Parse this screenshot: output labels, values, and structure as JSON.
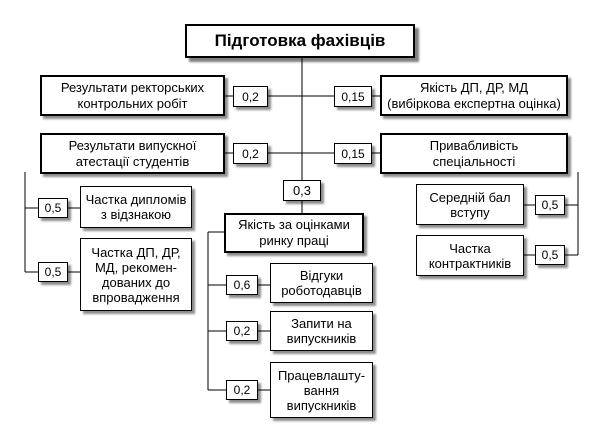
{
  "title": "Підготовка фахівців",
  "criteria": {
    "rector_tests": {
      "label": "Результати ректорських\nконтрольних робіт",
      "weight": "0,2"
    },
    "thesis_quality": {
      "label": "Якість ДП, ДР, МД\n(вибіркова експертна оцінка)",
      "weight": "0,15"
    },
    "final_attestation": {
      "label": "Результати випускної\nатестації студентів",
      "weight": "0,2"
    },
    "attractiveness": {
      "label": "Привабливість\nспеціальності",
      "weight": "0,15"
    },
    "labor_market": {
      "label": "Якість за оцінками\nринку праці",
      "weight": "0,3"
    }
  },
  "attestation_sub": [
    {
      "label": "Частка дипломів\nз відзнакою",
      "weight": "0,5"
    },
    {
      "label": "Частка ДП, ДР,\nМД, рекомен-\nдованих до\nвпровадження",
      "weight": "0,5"
    }
  ],
  "market_sub": [
    {
      "label": "Відгуки\nроботодавців",
      "weight": "0,6"
    },
    {
      "label": "Запити на\nвипускників",
      "weight": "0,2"
    },
    {
      "label": "Працевлашту-\nвання\nвипускників",
      "weight": "0,2"
    }
  ],
  "attract_sub": [
    {
      "label": "Середній бал\nвступу",
      "weight": "0,5"
    },
    {
      "label": "Частка\nконтрактників",
      "weight": "0,5"
    }
  ]
}
